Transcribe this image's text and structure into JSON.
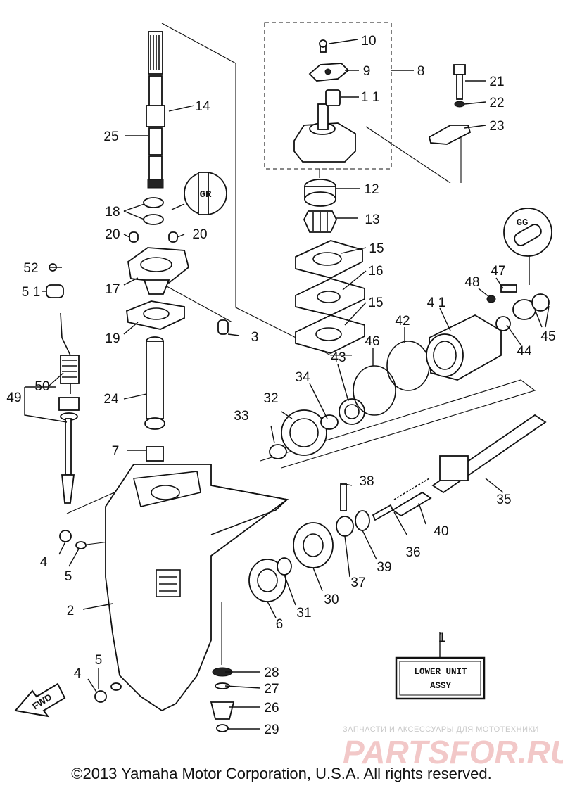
{
  "parts": [
    {
      "id": "p1",
      "label": "1"
    },
    {
      "id": "p2",
      "label": "2"
    },
    {
      "id": "p3",
      "label": "3"
    },
    {
      "id": "p4a",
      "label": "4"
    },
    {
      "id": "p4b",
      "label": "4"
    },
    {
      "id": "p5a",
      "label": "5"
    },
    {
      "id": "p5b",
      "label": "5"
    },
    {
      "id": "p6",
      "label": "6"
    },
    {
      "id": "p7",
      "label": "7"
    },
    {
      "id": "p8",
      "label": "8"
    },
    {
      "id": "p9",
      "label": "9"
    },
    {
      "id": "p10",
      "label": "10"
    },
    {
      "id": "p11",
      "label": "1 1"
    },
    {
      "id": "p12",
      "label": "12"
    },
    {
      "id": "p13",
      "label": "13"
    },
    {
      "id": "p14",
      "label": "14"
    },
    {
      "id": "p15a",
      "label": "15"
    },
    {
      "id": "p15b",
      "label": "15"
    },
    {
      "id": "p16",
      "label": "16"
    },
    {
      "id": "p17",
      "label": "17"
    },
    {
      "id": "p18",
      "label": "18"
    },
    {
      "id": "p19",
      "label": "19"
    },
    {
      "id": "p20a",
      "label": "20"
    },
    {
      "id": "p20b",
      "label": "20"
    },
    {
      "id": "p21",
      "label": "21"
    },
    {
      "id": "p22",
      "label": "22"
    },
    {
      "id": "p23",
      "label": "23"
    },
    {
      "id": "p24",
      "label": "24"
    },
    {
      "id": "p25",
      "label": "25"
    },
    {
      "id": "p26",
      "label": "26"
    },
    {
      "id": "p27",
      "label": "27"
    },
    {
      "id": "p28",
      "label": "28"
    },
    {
      "id": "p29",
      "label": "29"
    },
    {
      "id": "p30",
      "label": "30"
    },
    {
      "id": "p31",
      "label": "31"
    },
    {
      "id": "p32",
      "label": "32"
    },
    {
      "id": "p33",
      "label": "33"
    },
    {
      "id": "p34",
      "label": "34"
    },
    {
      "id": "p35",
      "label": "35"
    },
    {
      "id": "p36",
      "label": "36"
    },
    {
      "id": "p37",
      "label": "37"
    },
    {
      "id": "p38",
      "label": "38"
    },
    {
      "id": "p39",
      "label": "39"
    },
    {
      "id": "p40",
      "label": "40"
    },
    {
      "id": "p41",
      "label": "4 1"
    },
    {
      "id": "p42",
      "label": "42"
    },
    {
      "id": "p43",
      "label": "43"
    },
    {
      "id": "p44",
      "label": "44"
    },
    {
      "id": "p45",
      "label": "45"
    },
    {
      "id": "p46",
      "label": "46"
    },
    {
      "id": "p47",
      "label": "47"
    },
    {
      "id": "p48",
      "label": "48"
    },
    {
      "id": "p49",
      "label": "49"
    },
    {
      "id": "p50",
      "label": "50"
    },
    {
      "id": "p51",
      "label": "5 1"
    },
    {
      "id": "p52",
      "label": "52"
    }
  ],
  "lubricant_marks": {
    "top": "GR",
    "right": "GG"
  },
  "assy_box": {
    "line1": "LOWER UNIT",
    "line2": "ASSY"
  },
  "fwd_label": "FWD",
  "watermark": {
    "line1": "ЗАПЧАСТИ И АКСЕССУАРЫ ДЛЯ МОТОТЕХНИКИ",
    "logo": "PARTSFOR.RU"
  },
  "copyright": "©2013 Yamaha Motor Corporation, U.S.A. All rights reserved.",
  "colors": {
    "ink": "#111111",
    "watermark_logo": "#f2c8c8"
  }
}
